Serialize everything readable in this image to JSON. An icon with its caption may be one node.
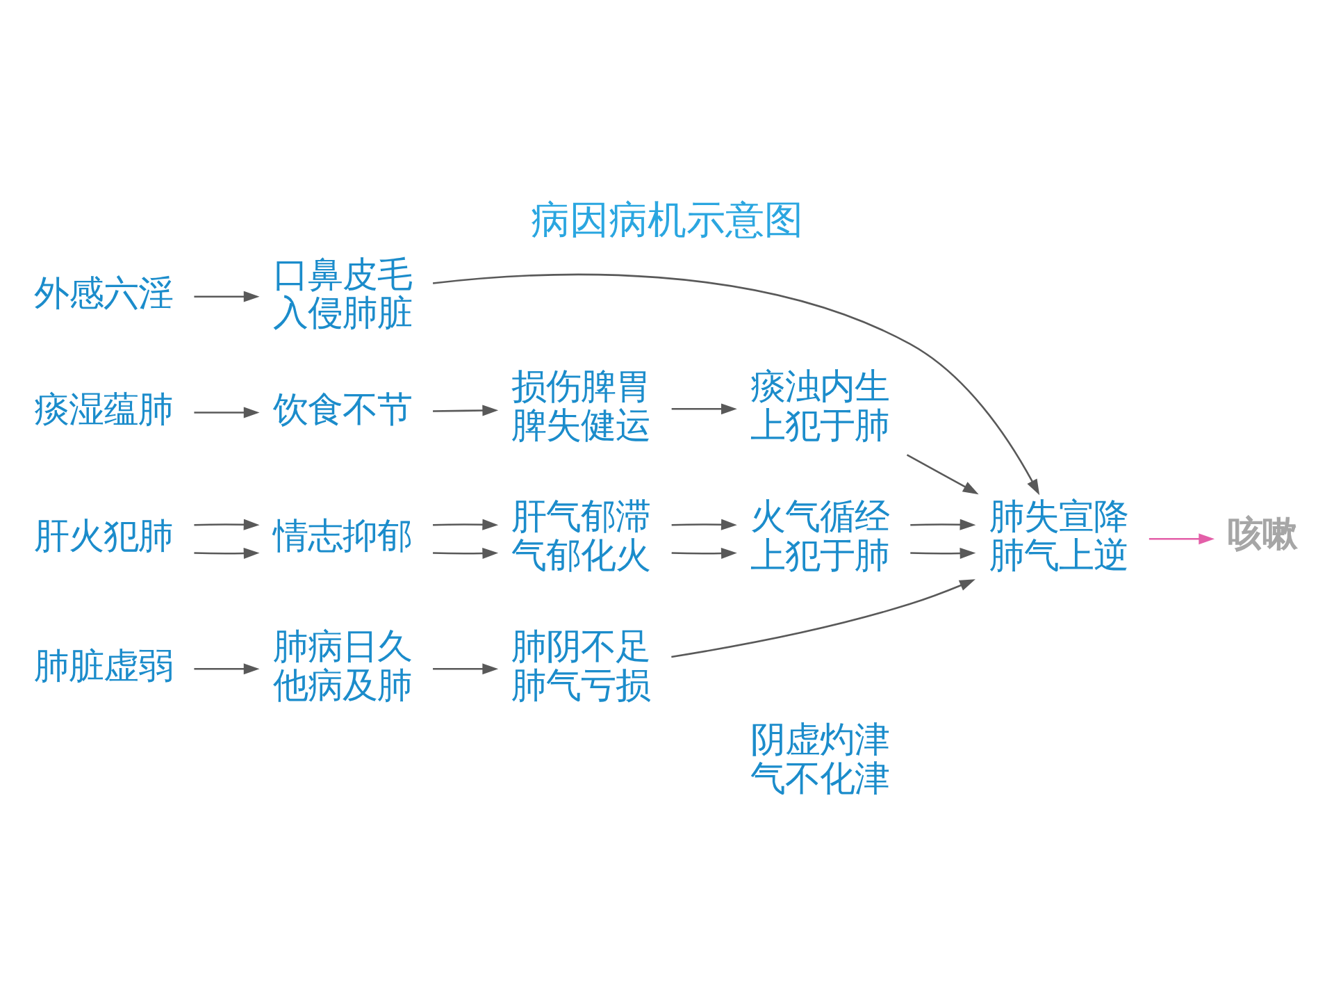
{
  "diagram": {
    "title": "病因病机示意图",
    "nodes": [
      {
        "text": [
          "外感六淫"
        ]
      },
      {
        "text": [
          "口鼻皮毛",
          "入侵肺脏"
        ]
      },
      {
        "text": [
          "肺失宣降",
          "肺气上逆"
        ]
      },
      {
        "text": [
          "痰湿蕴肺"
        ]
      },
      {
        "text": [
          "饮食不节"
        ]
      },
      {
        "text": [
          "损伤脾胃",
          "脾失健运"
        ]
      },
      {
        "text": [
          "痰浊内生",
          "上犯于肺"
        ]
      },
      {
        "text": [
          "肝火犯肺"
        ]
      },
      {
        "text": [
          "情志抑郁"
        ]
      },
      {
        "text": [
          "肝气郁滞",
          "气郁化火"
        ]
      },
      {
        "text": [
          "火气循经",
          "上犯于肺"
        ]
      },
      {
        "text": [
          "咳嗽"
        ]
      },
      {
        "text": [
          "肺脏虚弱"
        ]
      },
      {
        "text": [
          "肺病日久",
          "他病及肺"
        ]
      },
      {
        "text": [
          "肺阴不足",
          "肺气亏损"
        ]
      },
      {
        "text": [
          "阴虚灼津",
          "气不化津"
        ]
      }
    ],
    "edges": [
      {
        "from": 0,
        "to": 1,
        "arrow": "to"
      },
      {
        "from": 1,
        "to": 2,
        "arrow": "to"
      },
      {
        "from": 2,
        "to": 11,
        "arrow": "to",
        "color": "#e35fa8"
      },
      {
        "from": 3,
        "to": 4,
        "arrow": "to"
      },
      {
        "from": 4,
        "to": 5,
        "arrow": "to"
      },
      {
        "from": 5,
        "to": 6,
        "arrow": "to"
      },
      {
        "from": 6,
        "to": 2,
        "arrow": "to"
      },
      {
        "from": 7,
        "to": 8,
        "arrow": "to"
      },
      {
        "from": 8,
        "to": 9,
        "arrow": "to"
      },
      {
        "from": 9,
        "to": 10,
        "arrow": "to"
      },
      {
        "from": 10,
        "to": 2,
        "arrow": "to"
      },
      {
        "from": 7,
        "to": 8,
        "arrow": "to"
      },
      {
        "from": 8,
        "to": 9,
        "arrow": "to"
      },
      {
        "from": 9,
        "to": 10,
        "arrow": "to"
      },
      {
        "from": 10,
        "to": 2,
        "arrow": "to"
      },
      {
        "from": 12,
        "to": 13,
        "arrow": "to"
      },
      {
        "from": 13,
        "to": 14,
        "arrow": "to"
      },
      {
        "from": 14,
        "to": 2,
        "arrow": "to"
      }
    ]
  }
}
